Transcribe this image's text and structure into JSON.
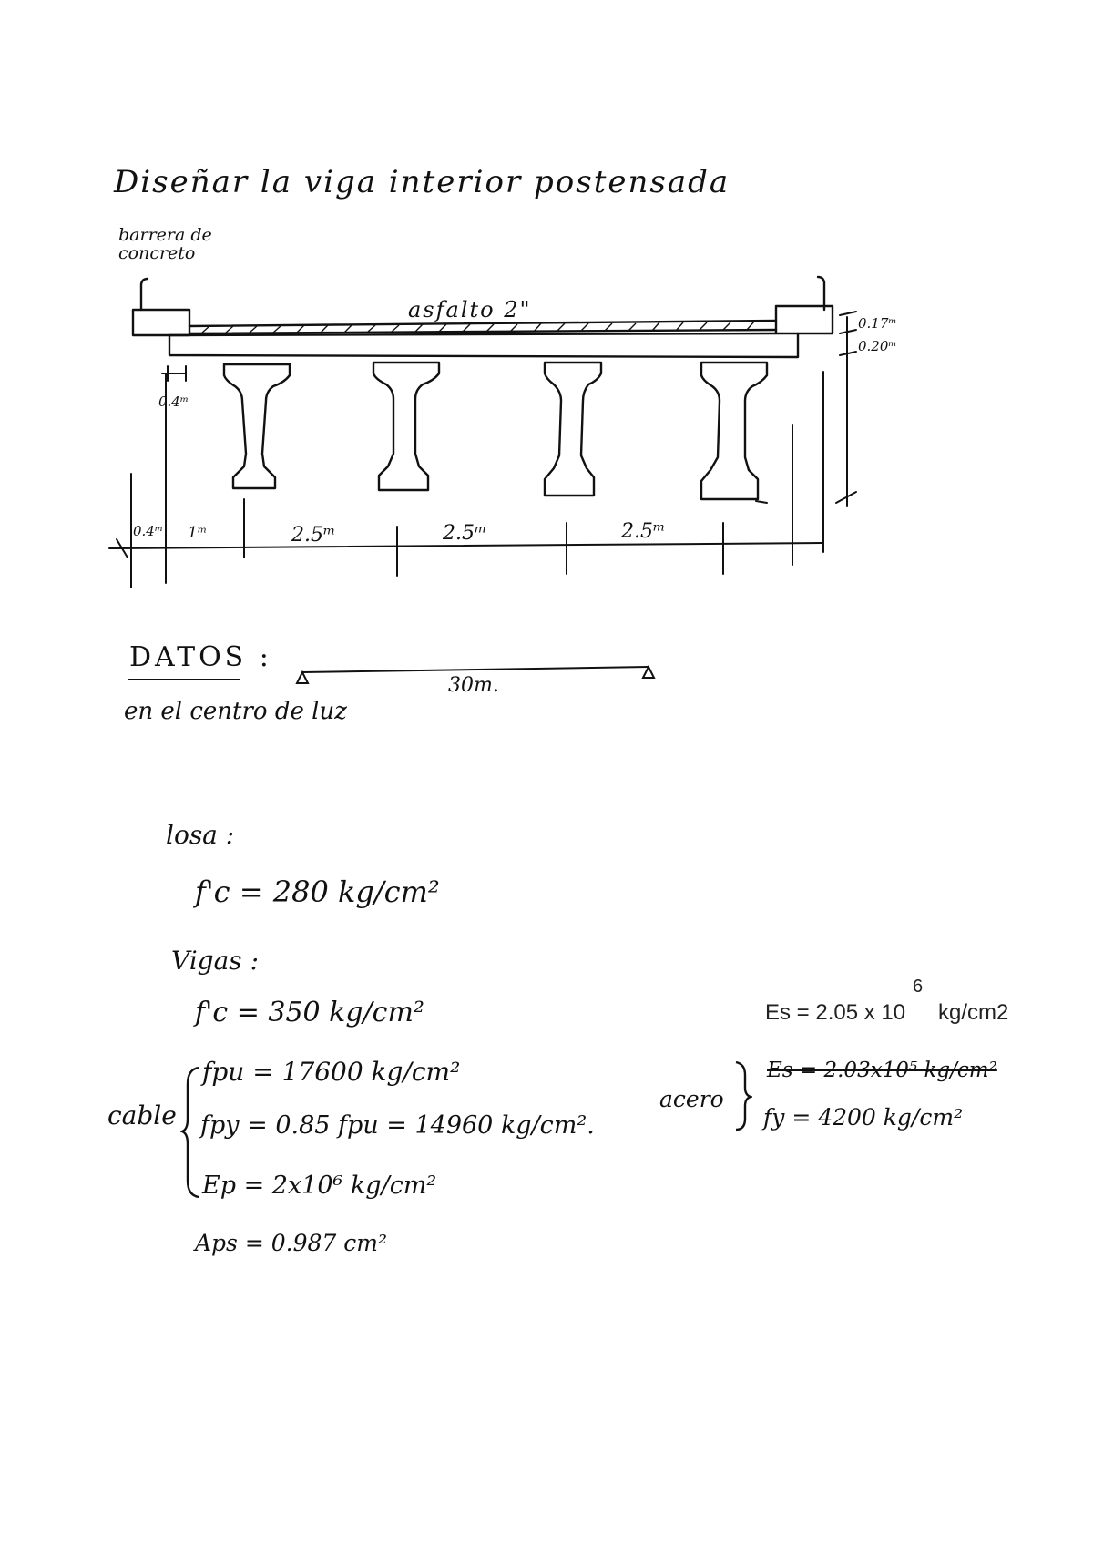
{
  "title": "Diseñar la viga interior postensada",
  "section_label": {
    "line1": "barrera de",
    "line2": "concreto"
  },
  "asphalt_label": "asfalto 2\"",
  "dims": {
    "barrier_h": "0.17ᵐ",
    "slab_t": "0.20ᵐ",
    "overhang_small": "0.4ᵐ",
    "edge": "0.4ᵐ",
    "edge_beam": "1ᵐ",
    "spacings": [
      "2.5ᵐ",
      "2.5ᵐ",
      "2.5ᵐ"
    ]
  },
  "datos": {
    "heading": "DATOS :",
    "note": "en el centro de luz",
    "span": "30m."
  },
  "losa": {
    "heading": "losa :",
    "fc": "f'c = 280 kg/cm²"
  },
  "vigas": {
    "heading": "Vigas :",
    "fc": "f'c = 350 kg/cm²"
  },
  "cable": {
    "label": "cable",
    "fpu": "fpu = 17600 kg/cm²",
    "fpy": "fpy = 0.85 fpu = 14960 kg/cm².",
    "ep": "Ep = 2x10⁶ kg/cm²",
    "aps": "Aps = 0.987 cm²"
  },
  "acero": {
    "label": "acero",
    "es_struck": "Es = 2.03x10⁵ kg/cm²",
    "fy": "fy = 4200 kg/cm²"
  },
  "typed_note": {
    "base": "Es = 2.05 x 10",
    "exp": "6",
    "unit": "kg/cm2"
  }
}
